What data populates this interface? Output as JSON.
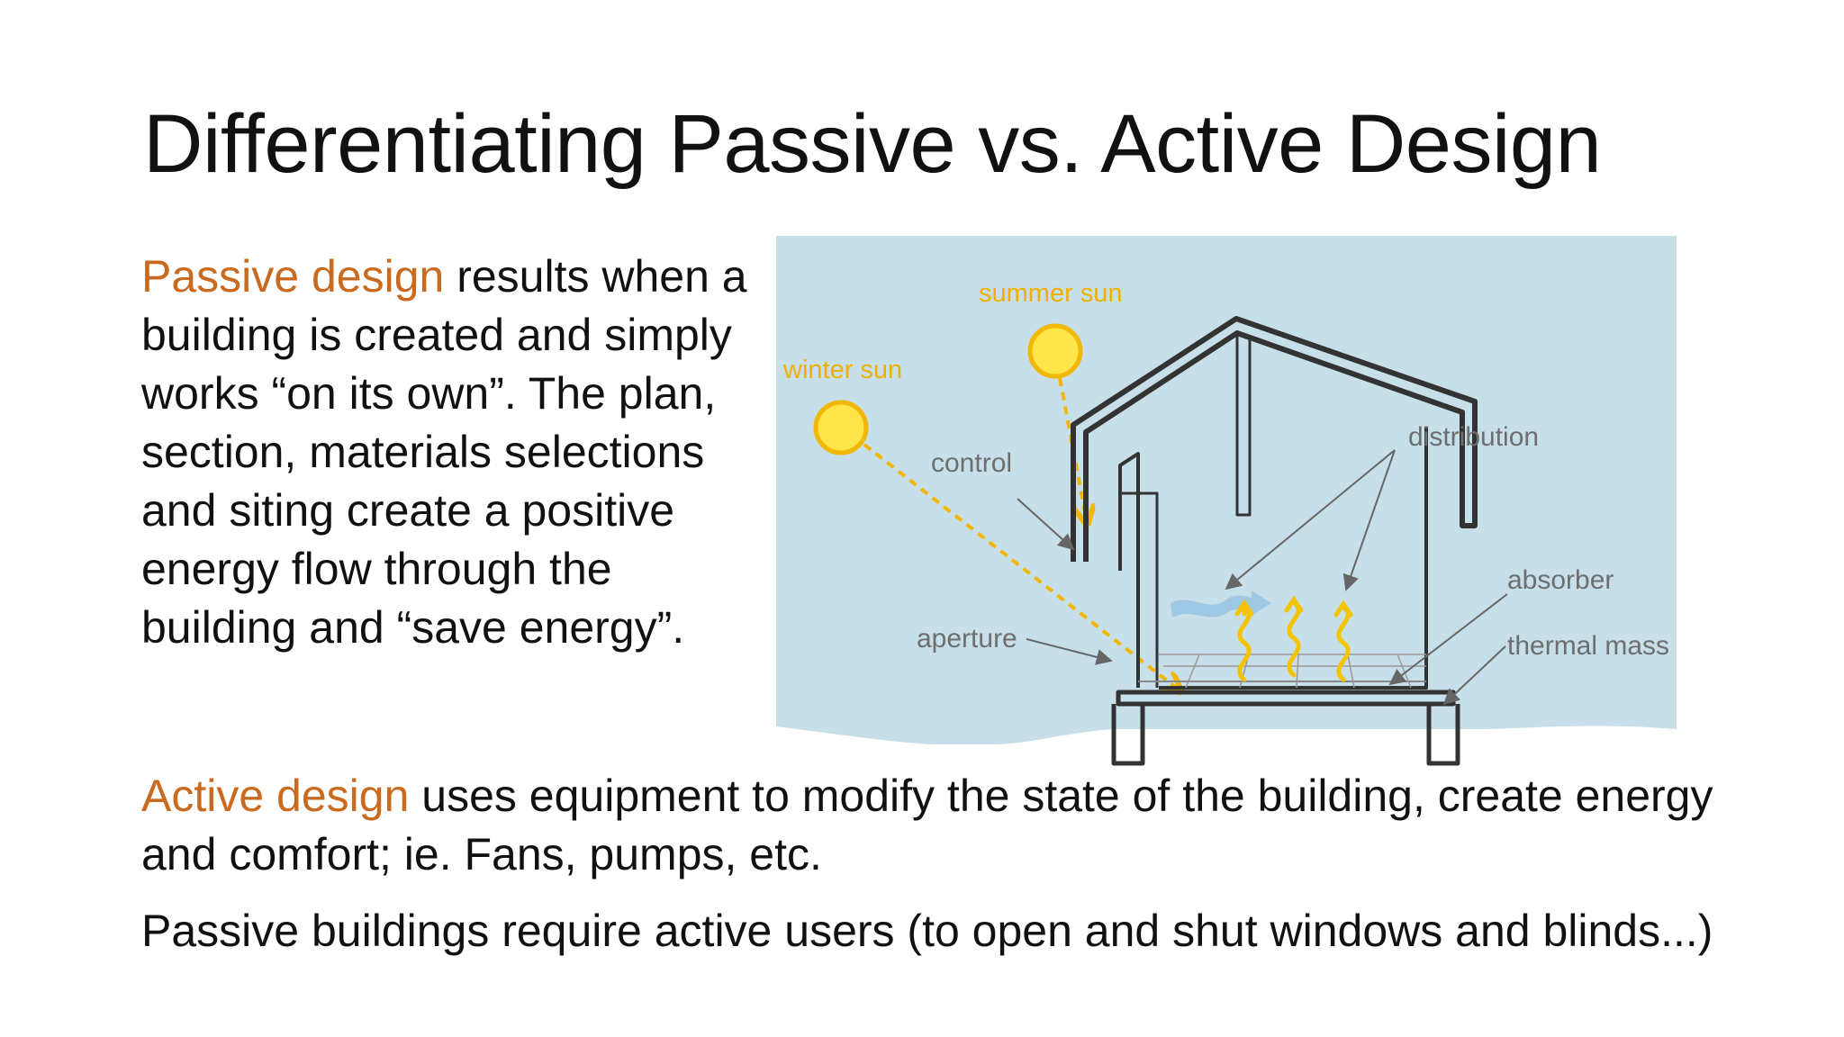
{
  "slide": {
    "title": "Differentiating Passive vs. Active Design",
    "passive": {
      "term": "Passive design",
      "text": " results when a building is created and simply works “on its own”. The plan, section, materials selections and siting create a positive energy flow through the building and “save energy”."
    },
    "active": {
      "term": "Active design",
      "text": " uses equipment to modify the state of the building, create energy and comfort; ie. Fans, pumps, etc."
    },
    "users_note": "Passive buildings require active users (to open and shut windows and blinds...)"
  },
  "diagram": {
    "labels": {
      "summer_sun": "summer sun",
      "winter_sun": "winter sun",
      "control": "control",
      "distribution": "distribution",
      "absorber": "absorber",
      "aperture": "aperture",
      "thermal_mass": "thermal mass"
    },
    "colors": {
      "sky": "#c6dfe8",
      "sun": "#ffe44a",
      "sun_outline": "#f2b705",
      "ray": "#f2b705",
      "heat": "#f5c400",
      "airflow": "#9ec8e4",
      "structure": "#333333",
      "label": "#6e6e6e",
      "highlight_text": "#c96a1e"
    },
    "icons": [
      "sun-icon",
      "heat-wave-icon",
      "airflow-arrow-icon",
      "leader-arrow-icon"
    ]
  }
}
